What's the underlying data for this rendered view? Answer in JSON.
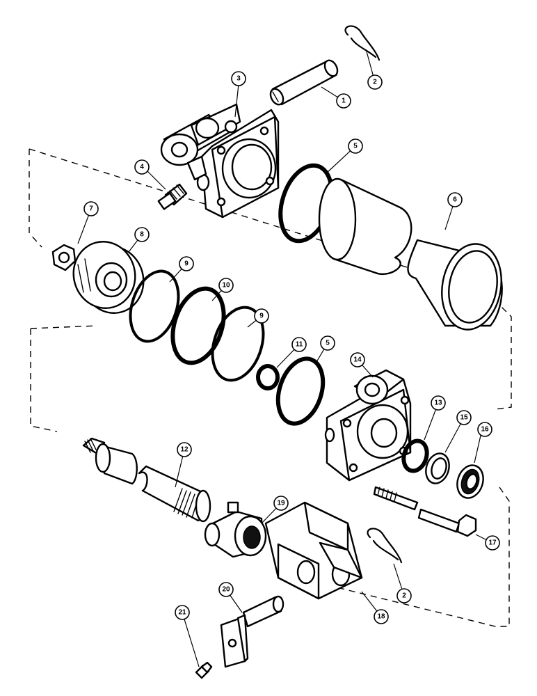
{
  "diagram": {
    "callouts": [
      {
        "id": "c1",
        "label": "1"
      },
      {
        "id": "c2a",
        "label": "2"
      },
      {
        "id": "c3",
        "label": "3"
      },
      {
        "id": "c4",
        "label": "4"
      },
      {
        "id": "c5a",
        "label": "5"
      },
      {
        "id": "c6",
        "label": "6"
      },
      {
        "id": "c7",
        "label": "7"
      },
      {
        "id": "c8",
        "label": "8"
      },
      {
        "id": "c9a",
        "label": "9"
      },
      {
        "id": "c10",
        "label": "10"
      },
      {
        "id": "c9b",
        "label": "9"
      },
      {
        "id": "c11",
        "label": "11"
      },
      {
        "id": "c5b",
        "label": "5"
      },
      {
        "id": "c14",
        "label": "14"
      },
      {
        "id": "c13",
        "label": "13"
      },
      {
        "id": "c15",
        "label": "15"
      },
      {
        "id": "c16",
        "label": "16"
      },
      {
        "id": "c12",
        "label": "12"
      },
      {
        "id": "c19",
        "label": "19"
      },
      {
        "id": "c17",
        "label": "17"
      },
      {
        "id": "c2b",
        "label": "2"
      },
      {
        "id": "c18",
        "label": "18"
      },
      {
        "id": "c20",
        "label": "20"
      },
      {
        "id": "c21",
        "label": "21"
      }
    ]
  }
}
